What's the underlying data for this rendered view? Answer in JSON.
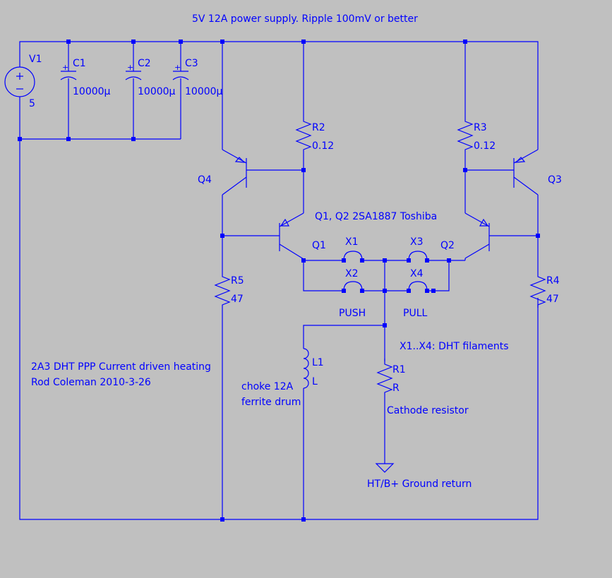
{
  "title": "5V 12A power supply. Ripple 100mV or better",
  "v1": {
    "ref": "V1",
    "value": "5"
  },
  "c1": {
    "ref": "C1",
    "value": "10000µ",
    "plus": "+"
  },
  "c2": {
    "ref": "C2",
    "value": "10000µ",
    "plus": "+"
  },
  "c3": {
    "ref": "C3",
    "value": "10000µ",
    "plus": "+"
  },
  "r2": {
    "ref": "R2",
    "value": "0.12"
  },
  "r3": {
    "ref": "R3",
    "value": "0.12"
  },
  "r4": {
    "ref": "R4",
    "value": "47"
  },
  "r5": {
    "ref": "R5",
    "value": "47"
  },
  "r1": {
    "ref": "R1",
    "value": "R"
  },
  "l1": {
    "ref": "L1",
    "value": "L"
  },
  "q1": {
    "ref": "Q1"
  },
  "q2": {
    "ref": "Q2"
  },
  "q3": {
    "ref": "Q3"
  },
  "q4": {
    "ref": "Q4"
  },
  "x1": {
    "ref": "X1"
  },
  "x2": {
    "ref": "X2"
  },
  "x3": {
    "ref": "X3"
  },
  "x4": {
    "ref": "X4"
  },
  "notes": {
    "transistors": "Q1, Q2 2SA1887 Toshiba",
    "push": "PUSH",
    "pull": "PULL",
    "filaments": "X1..X4: DHT filaments",
    "choke_line1": "choke 12A",
    "choke_line2": "ferrite drum",
    "cathode": "Cathode resistor",
    "ground": "HT/B+ Ground return",
    "desc_line1": "2A3 DHT PPP Current driven heating",
    "desc_line2": "Rod Coleman 2010-3-26"
  },
  "colors": {
    "background": "#c0c0c0",
    "wire": "#0000ff"
  }
}
